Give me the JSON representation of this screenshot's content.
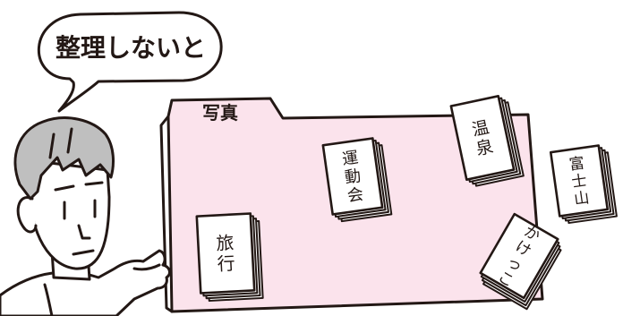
{
  "speech": {
    "text": "整理しないと"
  },
  "folder": {
    "label": "写真",
    "fill": "#fbe3ec"
  },
  "stacks": [
    {
      "id": "undoukai",
      "label": "運動会"
    },
    {
      "id": "ryokou",
      "label": "旅行"
    },
    {
      "id": "onsen",
      "label": "温泉"
    },
    {
      "id": "fujisan",
      "label": "富士山"
    },
    {
      "id": "kakekko",
      "label": "かけっこ"
    }
  ],
  "colors": {
    "ink": "#231815",
    "paper": "#ffffff",
    "folder": "#fbe3ec"
  }
}
